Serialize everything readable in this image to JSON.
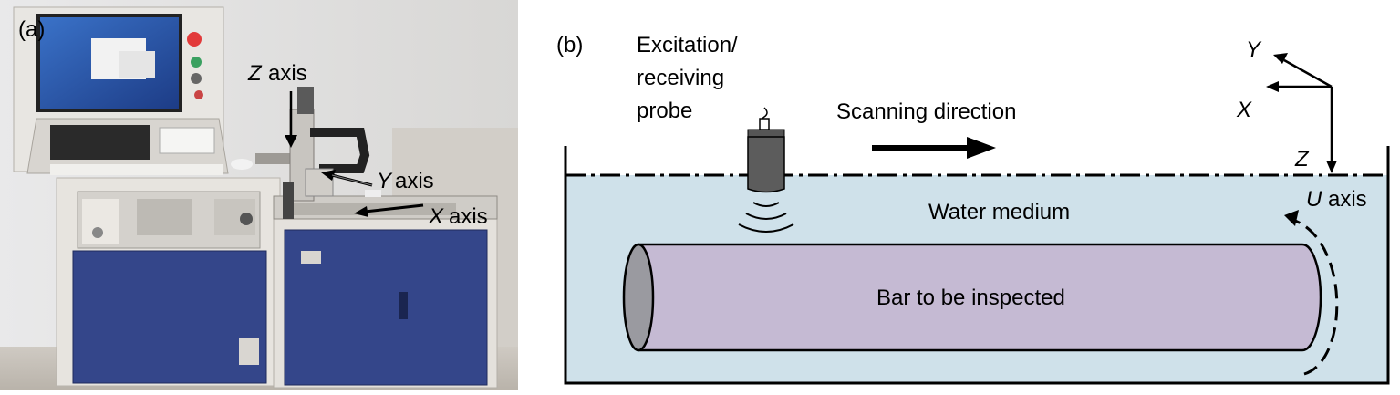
{
  "panel_a": {
    "label": "(a)",
    "z_axis": {
      "axis": "Z",
      "word": "axis"
    },
    "y_axis": {
      "axis": "Y",
      "word": "axis"
    },
    "x_axis": {
      "axis": "X",
      "word": "axis"
    }
  },
  "panel_b": {
    "label": "(b)",
    "probe_label_line1": "Excitation/",
    "probe_label_line2": "receiving",
    "probe_label_line3": "probe",
    "scanning_direction": "Scanning direction",
    "water_medium": "Water medium",
    "bar_label": "Bar to be inspected",
    "coord_y": "Y",
    "coord_x": "X",
    "coord_z": "Z",
    "u_axis": {
      "axis": "U",
      "word": "axis"
    }
  },
  "colors": {
    "water": "#cfe1ea",
    "bar_fill": "#c5bad3",
    "bar_end": "#9a9aa0",
    "cabinet_blue": "#3a4b8e",
    "machine_grey": "#e4e1dc"
  }
}
